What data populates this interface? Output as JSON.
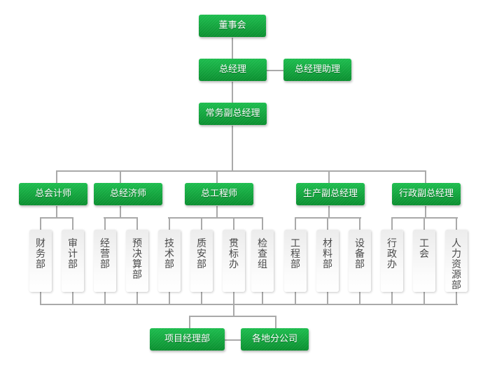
{
  "chart_data": {
    "type": "org-chart",
    "root": "董事会",
    "colors": {
      "executive_box": "#15a63f",
      "department_box": "#f2f2f2",
      "connector": "#a9a9a9",
      "department_text": "#4a4a4a"
    },
    "levels": {
      "board": "董事会",
      "general_manager": "总经理",
      "assistant": "总经理助理",
      "executive_deputy": "常务副总经理",
      "chiefs": [
        {
          "label": "总会计师",
          "departments": [
            "财务部",
            "审计部"
          ]
        },
        {
          "label": "总经济师",
          "departments": [
            "经营部",
            "预决算部"
          ]
        },
        {
          "label": "总工程师",
          "departments": [
            "技术部",
            "质安部",
            "贯标办",
            "检查组"
          ]
        },
        {
          "label": "生产副总经理",
          "departments": [
            "工程部",
            "材料部",
            "设备部"
          ]
        },
        {
          "label": "行政副总经理",
          "departments": [
            "行政办",
            "工会",
            "人力资源部"
          ]
        }
      ],
      "bottom": [
        "项目经理部",
        "各地分公司"
      ]
    }
  }
}
